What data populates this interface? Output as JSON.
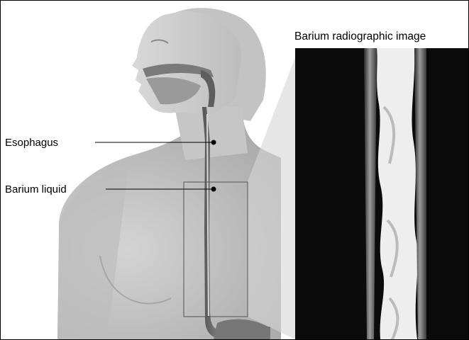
{
  "title": "Barium radiographic image",
  "labels": {
    "esophagus": "Esophagus",
    "barium_liquid": "Barium liquid"
  },
  "colors": {
    "background": "#ffffff",
    "xray_background": "#0b0b0b",
    "body_tone": "#c9c9c9",
    "outline": "#000000"
  }
}
